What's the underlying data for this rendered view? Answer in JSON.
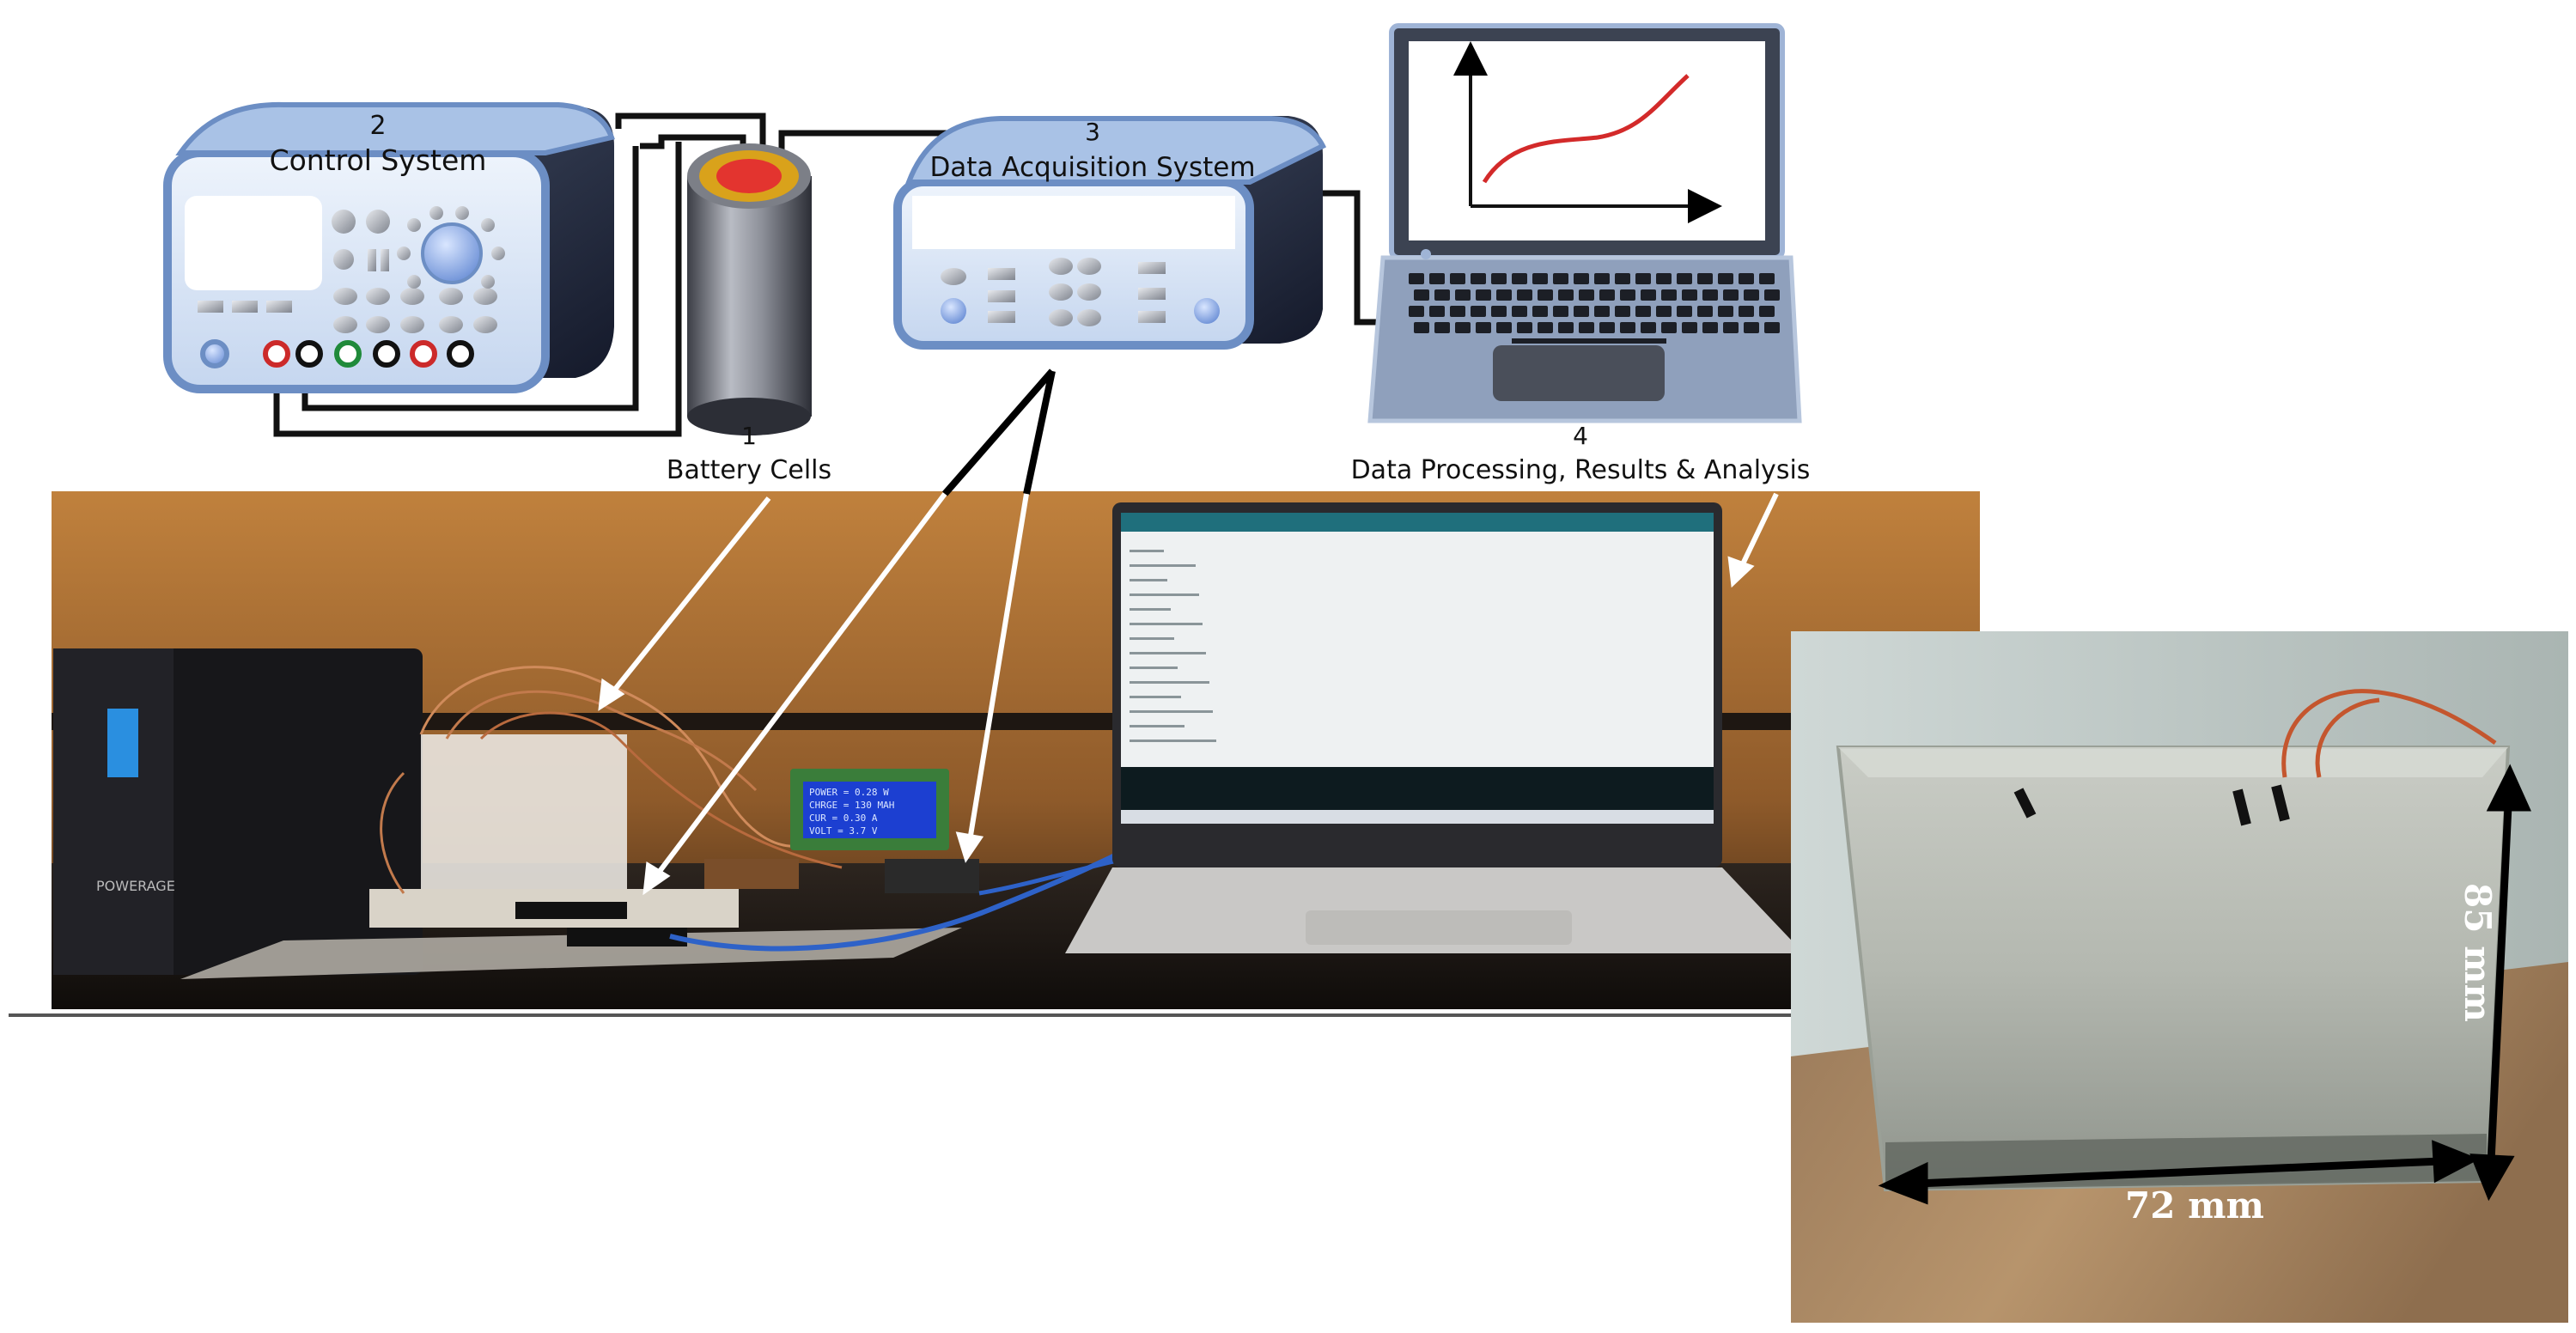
{
  "labels": {
    "control_number": "2",
    "control_name": "Control System",
    "daq_number": "3",
    "daq_name": "Data Acquisition System",
    "battery_number": "1",
    "battery_name": "Battery Cells",
    "processing_number": "4",
    "processing_name": "Data Processing, Results & Analysis"
  },
  "photo": {
    "ups_brand": "POWERAGE",
    "lcd_line1": "POWER = 0.28 W",
    "lcd_line2": "CHRGE = 130 MAH",
    "lcd_line3": "CUR = 0.30 A",
    "lcd_line4": "VOLT = 3.7 V"
  },
  "dimensions": {
    "width": "72 mm",
    "height": "85 mm"
  },
  "colors": {
    "device_body": "#d5e3f5",
    "device_frame": "#6c8ec4",
    "device_dark": "#2b3448",
    "battery_top": "#e3342f",
    "battery_ring": "#d9a21b",
    "curve": "#d32a2a",
    "arrow": "#ffffff"
  }
}
